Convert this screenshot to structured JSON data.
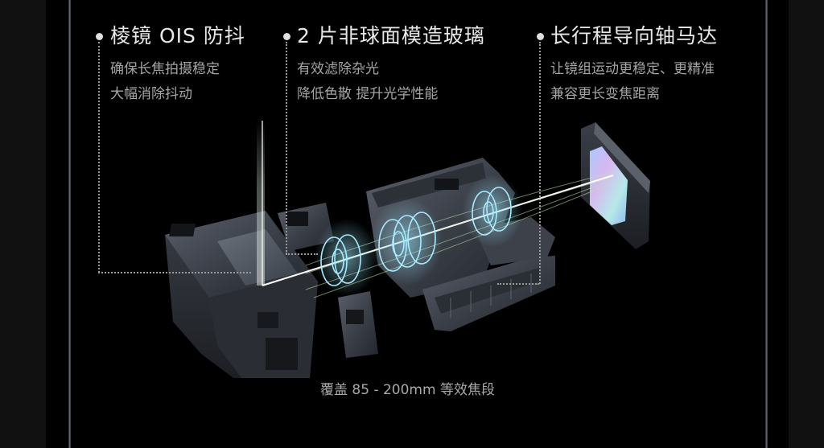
{
  "features": [
    {
      "title": "棱镜 OIS 防抖",
      "desc": [
        "确保长焦拍摄稳定",
        "大幅消除抖动"
      ]
    },
    {
      "title": "2 片非球面模造玻璃",
      "desc": [
        "有效滤除杂光",
        "降低色散 提升光学性能"
      ]
    },
    {
      "title": "长行程导向轴马达",
      "desc": [
        "让镜组运动更稳定、更精准",
        "兼容更长变焦距离"
      ]
    }
  ],
  "caption": "覆盖 85 - 200mm 等效焦段",
  "colors": {
    "background": "#000000",
    "title_text": "#e8e8e8",
    "desc_text": "#a4a4a4",
    "leader_line": "#9a9a9a",
    "component_gray": "#4a4f58",
    "light_beam": "#dfffe0",
    "lens_glow": "#8fe4ff"
  }
}
